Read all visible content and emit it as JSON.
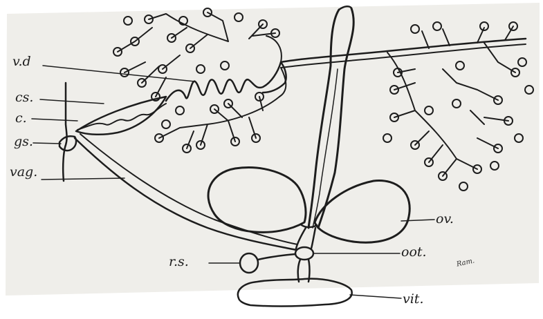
{
  "figure": {
    "signature": "Ram.",
    "labels": {
      "vas_deferens": "v.d",
      "cirrus_sac": "cs.",
      "cirrus": "c.",
      "genital_sinus": "gs.",
      "vagina": "vag.",
      "receptaculum_seminis": "r.s.",
      "ovary": "ov.",
      "ootype": "oot.",
      "vitellarium": "vit."
    }
  }
}
